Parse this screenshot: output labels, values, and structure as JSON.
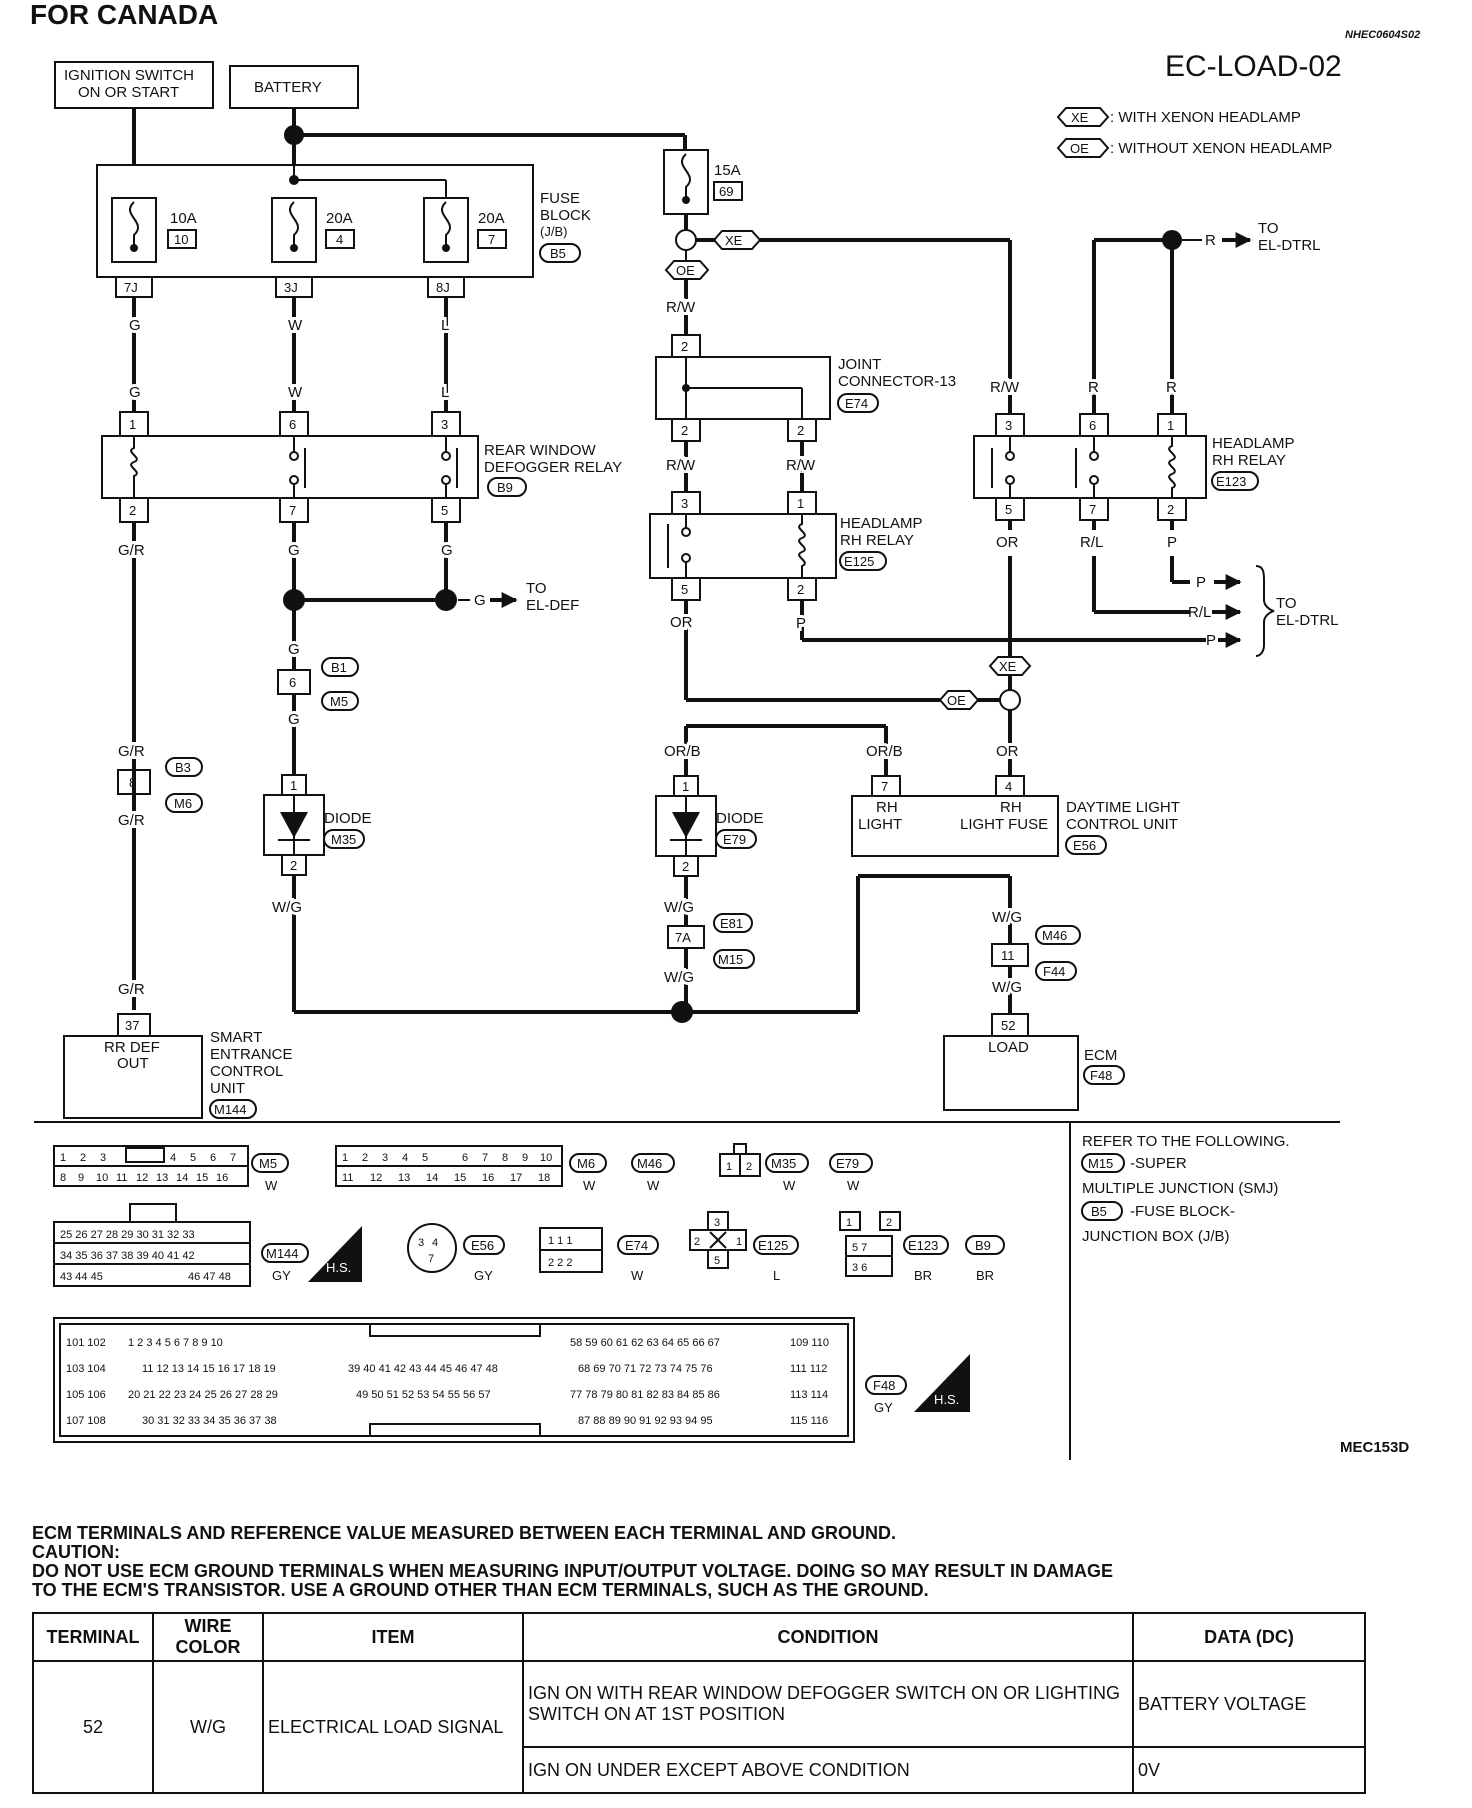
{
  "header": {
    "market": "FOR CANADA",
    "doc_code": "NHEC0604S02",
    "page_id": "EC-LOAD-02",
    "figure_id": "MEC153D"
  },
  "legend": {
    "xe_tag": "XE",
    "xe_text": ": WITH XENON HEADLAMP",
    "oe_tag": "OE",
    "oe_text": ": WITHOUT XENON HEADLAMP"
  },
  "sources": {
    "ign_switch": [
      "IGNITION SWITCH",
      "ON OR START"
    ],
    "battery": "BATTERY"
  },
  "fuse_block": {
    "label": [
      "FUSE",
      "BLOCK",
      "(J/B)"
    ],
    "connector": "B5",
    "fuses": [
      {
        "amps": "10A",
        "num": "10",
        "terminal": "7J",
        "wire": "G"
      },
      {
        "amps": "20A",
        "num": "4",
        "terminal": "3J",
        "wire": "W"
      },
      {
        "amps": "20A",
        "num": "7",
        "terminal": "8J",
        "wire": "L"
      }
    ]
  },
  "fuse_69": {
    "amps": "15A",
    "num": "69"
  },
  "rear_defogger_relay": {
    "label": [
      "REAR WINDOW",
      "DEFOGGER RELAY"
    ],
    "connector": "B9",
    "top_pins": [
      "1",
      "6",
      "3"
    ],
    "bottom_pins": [
      "2",
      "7",
      "5"
    ]
  },
  "wires": {
    "G": "G",
    "W": "W",
    "L": "L",
    "GR": "G/R",
    "WG": "W/G",
    "RW": "R/W",
    "R": "R",
    "OR": "OR",
    "RL": "R/L",
    "P": "P",
    "ORB": "OR/B"
  },
  "to_el_def": [
    "TO",
    "EL-DEF"
  ],
  "to_el_dtrl": [
    "TO",
    "EL-DTRL"
  ],
  "joint_connector": {
    "label": [
      "JOINT",
      "CONNECTOR-13"
    ],
    "connector": "E74",
    "top_pin": "2",
    "bottom_pins": [
      "2",
      "2"
    ]
  },
  "headlamp_relay_e125": {
    "label": [
      "HEADLAMP",
      "RH RELAY"
    ],
    "connector": "E125",
    "top_pins": [
      "3",
      "1"
    ],
    "bottom_pins": [
      "5",
      "2"
    ]
  },
  "headlamp_relay_e123": {
    "label": [
      "HEADLAMP",
      "RH RELAY"
    ],
    "connector": "E123",
    "top_pins": [
      "3",
      "6",
      "1"
    ],
    "bottom_pins": [
      "5",
      "7",
      "2"
    ]
  },
  "connectors_mid": {
    "b1_m5": {
      "pin": "6",
      "c1": "B1",
      "c2": "M5"
    },
    "b3_m6": {
      "pin": "8",
      "c1": "B3",
      "c2": "M6"
    },
    "e81_m15": {
      "pin": "7A",
      "c1": "E81",
      "c2": "M15"
    },
    "m46_f44": {
      "pin": "11",
      "c1": "M46",
      "c2": "F44"
    }
  },
  "diode_m35": {
    "label": "DIODE",
    "connector": "M35",
    "pins": [
      "1",
      "2"
    ]
  },
  "diode_e79": {
    "label": "DIODE",
    "connector": "E79",
    "pins": [
      "1",
      "2"
    ]
  },
  "dtrl_unit": {
    "label": [
      "DAYTIME LIGHT",
      "CONTROL UNIT"
    ],
    "connector": "E56",
    "pin7": "7",
    "pin7_label": [
      "RH",
      "LIGHT"
    ],
    "pin4": "4",
    "pin4_label": [
      "RH",
      "LIGHT FUSE"
    ]
  },
  "smart_unit": {
    "label": [
      "SMART",
      "ENTRANCE",
      "CONTROL",
      "UNIT"
    ],
    "connector": "M144",
    "pin": "37",
    "pin_label": [
      "RR DEF",
      "OUT"
    ]
  },
  "ecm": {
    "label": "ECM",
    "connector": "F48",
    "pin": "52",
    "pin_label": "LOAD"
  },
  "refer_note": {
    "intro": "REFER TO THE FOLLOWING.",
    "m15_tag": "M15",
    "m15_text": "-SUPER",
    "m15_text2": "MULTIPLE JUNCTION (SMJ)",
    "b5_tag": "B5",
    "b5_text": "-FUSE BLOCK-",
    "b5_text2": "JUNCTION BOX (J/B)"
  },
  "connector_views": {
    "m5": {
      "tag": "M5",
      "color": "W"
    },
    "m6": {
      "tag": "M6",
      "color": "W"
    },
    "m46": {
      "tag": "M46",
      "color": "W"
    },
    "m35": {
      "tag": "M35",
      "color": "W"
    },
    "e79": {
      "tag": "E79",
      "color": "W"
    },
    "m144": {
      "tag": "M144",
      "color": "GY"
    },
    "e56": {
      "tag": "E56",
      "color": "GY"
    },
    "e74": {
      "tag": "E74",
      "color": "W"
    },
    "e125": {
      "tag": "E125",
      "color": "L"
    },
    "e123": {
      "tag": "E123",
      "color": "BR"
    },
    "b9": {
      "tag": "B9",
      "color": "BR"
    },
    "f48": {
      "tag": "F48",
      "color": "GY"
    },
    "hs": "H.S."
  },
  "notes": [
    "ECM TERMINALS AND REFERENCE VALUE MEASURED BETWEEN EACH TERMINAL AND GROUND.",
    "CAUTION:",
    "DO NOT USE ECM GROUND TERMINALS WHEN MEASURING INPUT/OUTPUT VOLTAGE. DOING SO MAY RESULT IN  DAMAGE",
    "TO THE  ECM'S TRANSISTOR. USE A GROUND OTHER THAN ECM TERMINALS, SUCH AS THE GROUND."
  ],
  "table": {
    "headers": [
      "TERMINAL",
      "WIRE COLOR",
      "ITEM",
      "CONDITION",
      "DATA (DC)"
    ],
    "terminal": "52",
    "wire_color": "W/G",
    "item": "ELECTRICAL LOAD SIGNAL",
    "rows": [
      {
        "condition": "IGN ON WITH REAR WINDOW DEFOGGER SWITCH ON OR LIGHTING SWITCH ON AT 1ST POSITION",
        "data": "BATTERY VOLTAGE"
      },
      {
        "condition": "IGN ON UNDER EXCEPT ABOVE CONDITION",
        "data": "0V"
      }
    ]
  }
}
